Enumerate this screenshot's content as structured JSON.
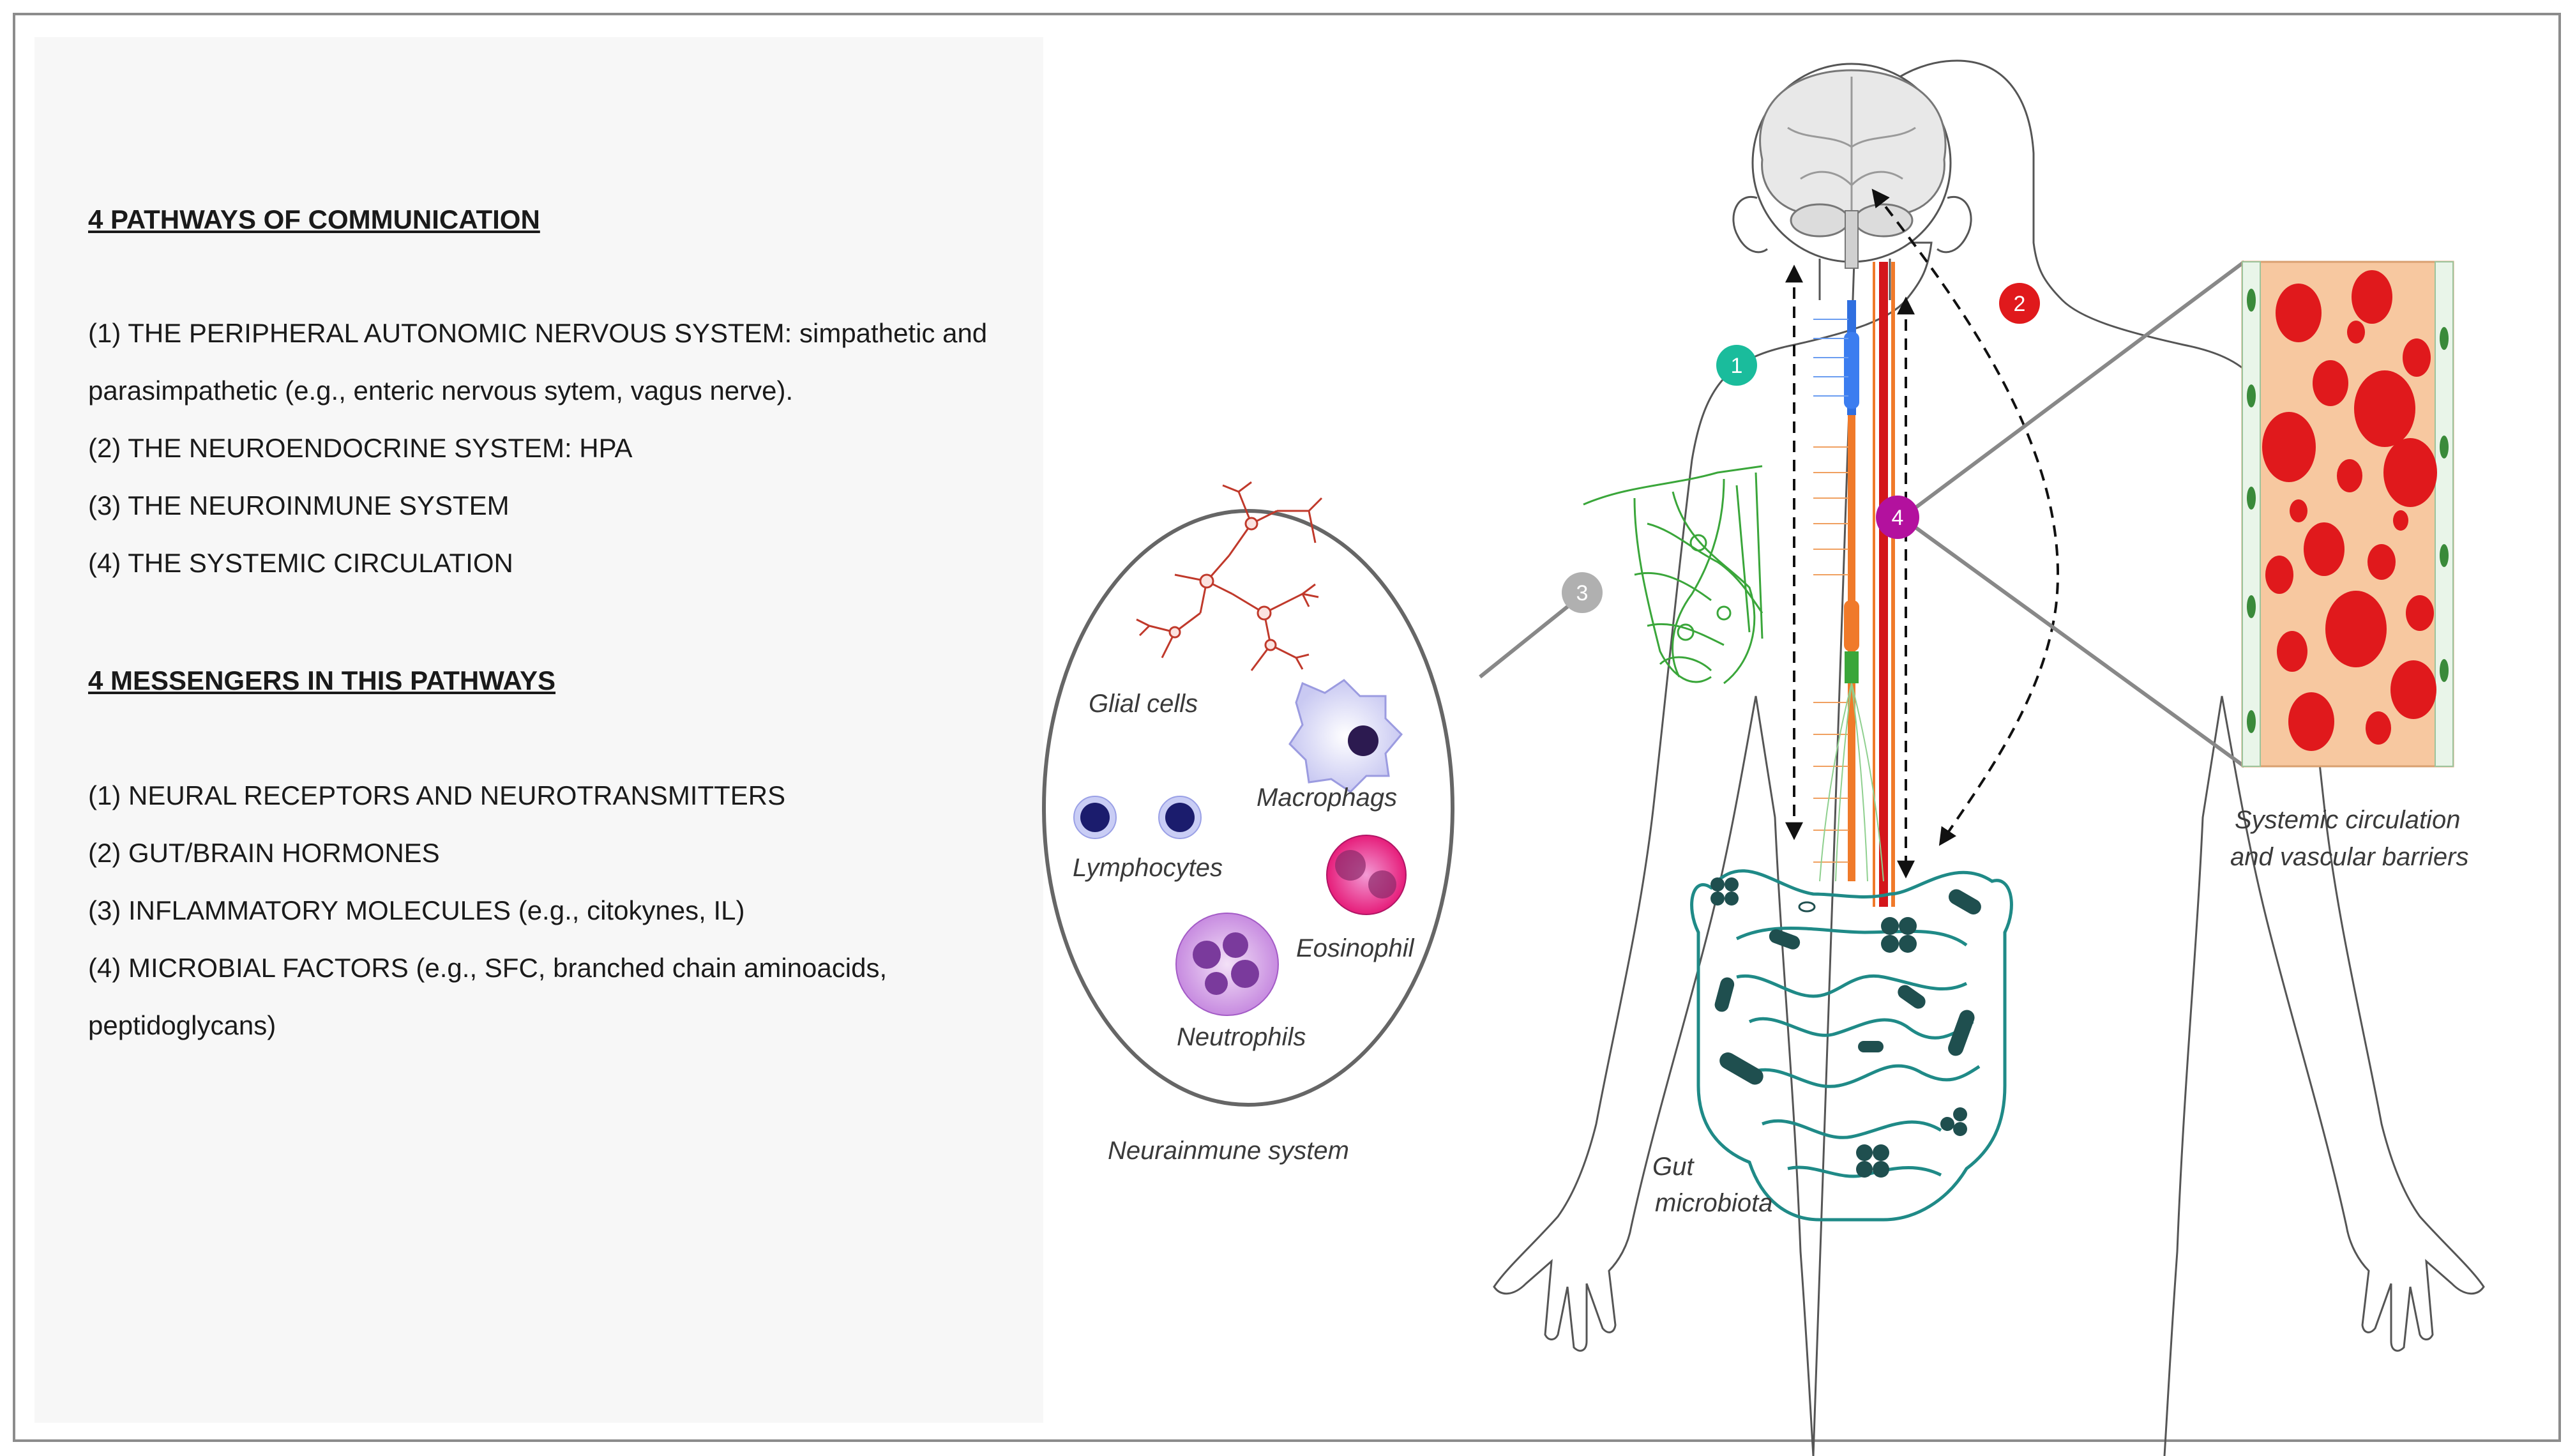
{
  "pathways": {
    "heading": "4  PATHWAYS OF COMMUNICATION",
    "items": [
      "(1) THE PERIPHERAL AUTONOMIC NERVOUS SYSTEM: simpathetic and",
      "parasimpathetic (e.g., enteric nervous sytem, vagus nerve).",
      "(2) THE NEUROENDOCRINE SYSTEM: HPA",
      "(3) THE NEUROINMUNE SYSTEM",
      "(4) THE SYSTEMIC CIRCULATION"
    ]
  },
  "messengers": {
    "heading": "4 MESSENGERS IN THIS PATHWAYS",
    "items": [
      "(1) NEURAL RECEPTORS AND NEUROTRANSMITTERS",
      "(2) GUT/BRAIN HORMONES",
      "(3) INFLAMMATORY MOLECULES (e.g., citokynes, IL)",
      "(4) MICROBIAL FACTORS (e.g., SFC, branched chain aminoacids,",
      "peptidoglycans)"
    ]
  },
  "diagram": {
    "immune_labels": {
      "glial": "Glial cells",
      "macrophags": "Macrophags",
      "lymphocytes": "Lymphocytes",
      "eosinophil": "Eosinophil",
      "neutrophils": "Neutrophils",
      "system": "Neurainmune system"
    },
    "gut_label_1": "Gut",
    "gut_label_2": "microbiota",
    "circulation_label_1": "Systemic circulation",
    "circulation_label_2": "and vascular barriers",
    "badges": [
      {
        "num": "1",
        "color": "#1abc9c"
      },
      {
        "num": "2",
        "color": "#e0191c"
      },
      {
        "num": "3",
        "color": "#b0b0b0"
      },
      {
        "num": "4",
        "color": "#b3119e"
      }
    ]
  },
  "colors": {
    "vagus": "#2f6fe0",
    "spinal_orange": "#f07a2a",
    "spinal_red": "#d4161b",
    "lymph_green": "#3aa63a",
    "gut_teal": "#1f8a87",
    "microbe": "#1f4f4f",
    "blood_bg": "#f7c8a0",
    "blood_cell": "#e0191c"
  }
}
